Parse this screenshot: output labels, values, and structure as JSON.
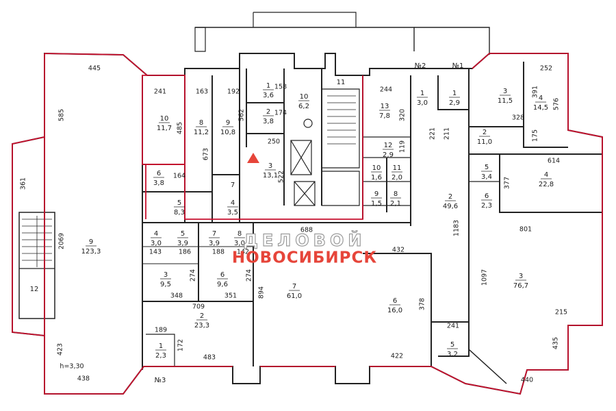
{
  "watermark": {
    "line1": "ДЕЛОВОЙ",
    "line2": "НОВОСИБИРСК",
    "accent_color": "#e6453a"
  },
  "highlight_color": "#c8102e",
  "rooms": [
    {
      "no": "9",
      "area": "123,3"
    },
    {
      "no": "12",
      "area": ""
    },
    {
      "no": "10",
      "area": "11,7"
    },
    {
      "no": "8",
      "area": "11,2"
    },
    {
      "no": "9",
      "area": "10,8"
    },
    {
      "no": "1",
      "area": "3,6"
    },
    {
      "no": "2",
      "area": "3,8"
    },
    {
      "no": "10",
      "area": "6,2"
    },
    {
      "no": "11",
      "area": ""
    },
    {
      "no": "3",
      "area": "13,1"
    },
    {
      "no": "6",
      "area": "3,8"
    },
    {
      "no": "5",
      "area": "8,3"
    },
    {
      "no": "7",
      "area": ""
    },
    {
      "no": "4",
      "area": "3,5"
    },
    {
      "no": "13",
      "area": "7,8"
    },
    {
      "no": "12",
      "area": "2,9"
    },
    {
      "no": "10",
      "area": "1,6"
    },
    {
      "no": "11",
      "area": "2,0"
    },
    {
      "no": "9",
      "area": "1,5"
    },
    {
      "no": "8",
      "area": "2,1"
    },
    {
      "no": "1",
      "area": "3,0"
    },
    {
      "no": "1",
      "area": "2,9"
    },
    {
      "no": "3",
      "area": "11,5"
    },
    {
      "no": "4",
      "area": "14,5"
    },
    {
      "no": "2",
      "area": "11,0"
    },
    {
      "no": "5",
      "area": "3,4"
    },
    {
      "no": "4",
      "area": "22,8"
    },
    {
      "no": "6",
      "area": "2,3"
    },
    {
      "no": "2",
      "area": "49,6"
    },
    {
      "no": "3",
      "area": "76,7"
    },
    {
      "no": "4",
      "area": "3,0"
    },
    {
      "no": "5",
      "area": "3,9"
    },
    {
      "no": "7",
      "area": "3,9"
    },
    {
      "no": "8",
      "area": "3,0"
    },
    {
      "no": "3",
      "area": "9,5"
    },
    {
      "no": "6",
      "area": "9,6"
    },
    {
      "no": "7",
      "area": "61,0"
    },
    {
      "no": "6",
      "area": "16,0"
    },
    {
      "no": "2",
      "area": "23,3"
    },
    {
      "no": "1",
      "area": "2,3"
    },
    {
      "no": "5",
      "area": "3,2"
    }
  ],
  "dimensions": [
    "445",
    "585",
    "361",
    "2069",
    "423",
    "438",
    "241",
    "163",
    "192",
    "485",
    "673",
    "562",
    "250",
    "164",
    "158",
    "174",
    "522",
    "688",
    "244",
    "320",
    "119",
    "221",
    "211",
    "391",
    "328",
    "175",
    "576",
    "252",
    "614",
    "377",
    "801",
    "1183",
    "1097",
    "432",
    "378",
    "241",
    "215",
    "435",
    "440",
    "422",
    "143",
    "186",
    "188",
    "142",
    "274",
    "274",
    "348",
    "351",
    "894",
    "709",
    "189",
    "172",
    "483"
  ],
  "markers": [
    "№2",
    "№1",
    "№3"
  ],
  "height_note": "h=3,30"
}
